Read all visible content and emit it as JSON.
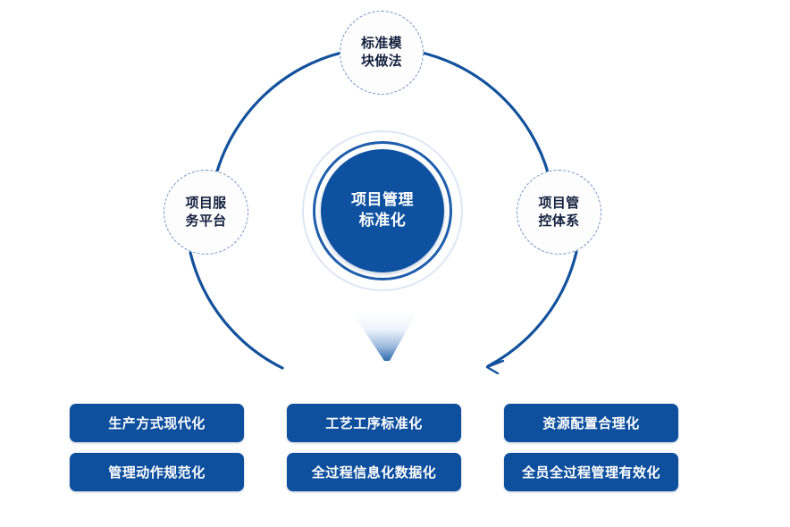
{
  "diagram": {
    "center": {
      "name": "center-hub",
      "lines": [
        "项目管理",
        "标准化"
      ],
      "text": "项目管理标准化"
    },
    "nodes": [
      {
        "id": "top",
        "name": "标准模块做法",
        "lines": [
          "标准模",
          "块做法"
        ]
      },
      {
        "id": "left",
        "name": "项目服务平台",
        "lines": [
          "项目服",
          "务平台"
        ]
      },
      {
        "id": "right",
        "name": "项目管控体系",
        "lines": [
          "项目管",
          "控体系"
        ]
      }
    ],
    "outcomes": [
      "生产方式现代化",
      "工艺工序标准化",
      "资源配置合理化",
      "管理动作规范化",
      "全过程信息化数据化",
      "全员全过程管理有效化"
    ],
    "colors": {
      "primary_blue": "#0d51a0",
      "box_blue": "#0e4f9e",
      "arc_blue": "#12519c",
      "dashed_border": "#6f93c4",
      "ring_light": "#dce7f4",
      "node_text": "#15223f",
      "box_text": "#ffffff",
      "background": "#ffffff"
    }
  }
}
